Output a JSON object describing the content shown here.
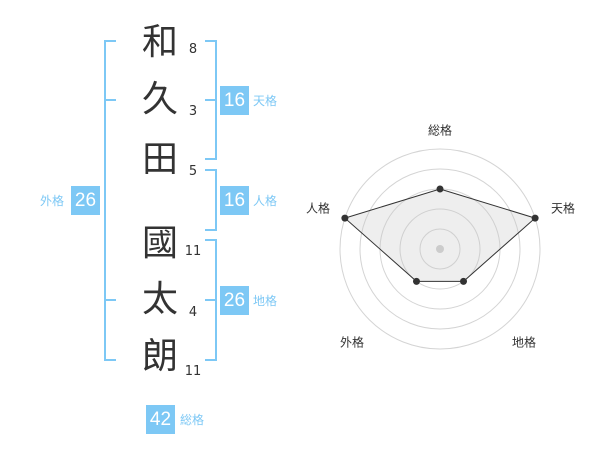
{
  "name": {
    "chars": [
      {
        "char": "和",
        "strokes": "8"
      },
      {
        "char": "久",
        "strokes": "3"
      },
      {
        "char": "田",
        "strokes": "5"
      },
      {
        "char": "國",
        "strokes": "11"
      },
      {
        "char": "太",
        "strokes": "4"
      },
      {
        "char": "朗",
        "strokes": "11"
      }
    ]
  },
  "kaku": {
    "tenkaku": {
      "value": "16",
      "label": "天格"
    },
    "jinkaku": {
      "value": "16",
      "label": "人格"
    },
    "chikaku": {
      "value": "26",
      "label": "地格"
    },
    "gaikaku": {
      "value": "26",
      "label": "外格"
    },
    "soukaku": {
      "value": "42",
      "label": "総格"
    }
  },
  "colors": {
    "accent": "#7dc8f5",
    "text": "#333333"
  },
  "chart_data": {
    "type": "radar",
    "axes": [
      "総格",
      "天格",
      "地格",
      "外格",
      "人格"
    ],
    "values": [
      3,
      5,
      2,
      2,
      5
    ],
    "range": [
      0,
      5
    ],
    "rings": 5
  }
}
